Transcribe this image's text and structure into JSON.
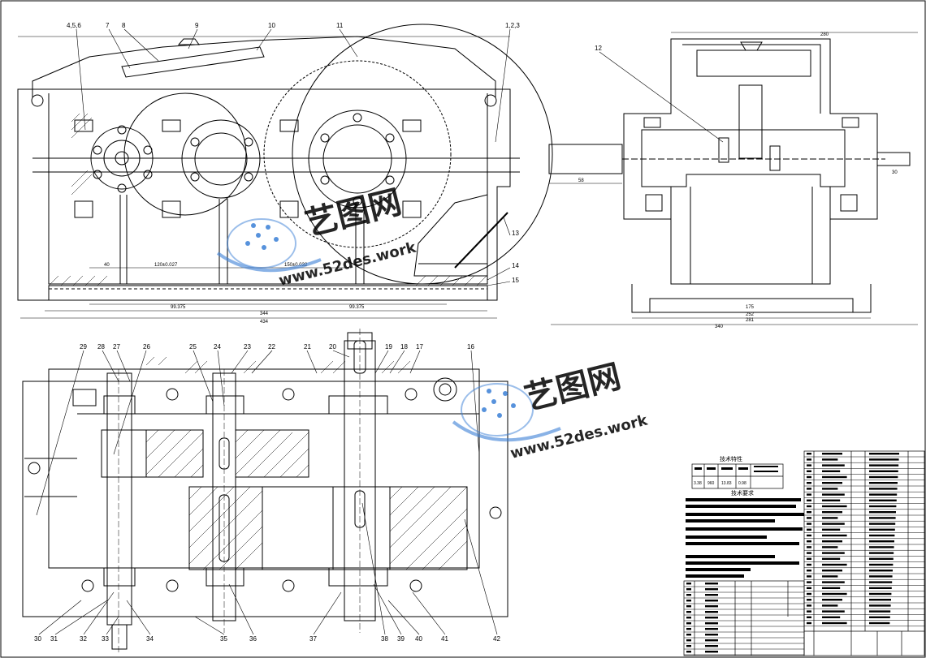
{
  "drawing": {
    "callouts_top": [
      "4,5,6",
      "7",
      "8",
      "9",
      "10",
      "11",
      "1,2,3",
      "12",
      "13",
      "14",
      "15"
    ],
    "callouts_bottom": [
      "29",
      "28",
      "27",
      "26",
      "25",
      "24",
      "23",
      "22",
      "21",
      "20",
      "19",
      "18",
      "17",
      "16",
      "30",
      "31",
      "32",
      "33",
      "34",
      "35",
      "36",
      "37",
      "38",
      "39",
      "40",
      "41",
      "42"
    ],
    "dims_front": [
      "40",
      "120±0.027",
      "150±0.032",
      "99.375",
      "99.375",
      "344",
      "434"
    ],
    "dims_side": [
      "58",
      "30",
      "175",
      "252",
      "281",
      "340",
      "280"
    ]
  },
  "tables": {
    "tech_specs_title": "技术特性",
    "tech_requirements_title": "技术要求",
    "spec_row": [
      "3.38",
      "960",
      "13.83",
      "0.98"
    ]
  },
  "watermark": {
    "brand": "艺图网",
    "url": "www.52des.work",
    "color": "#3a7fd6"
  }
}
